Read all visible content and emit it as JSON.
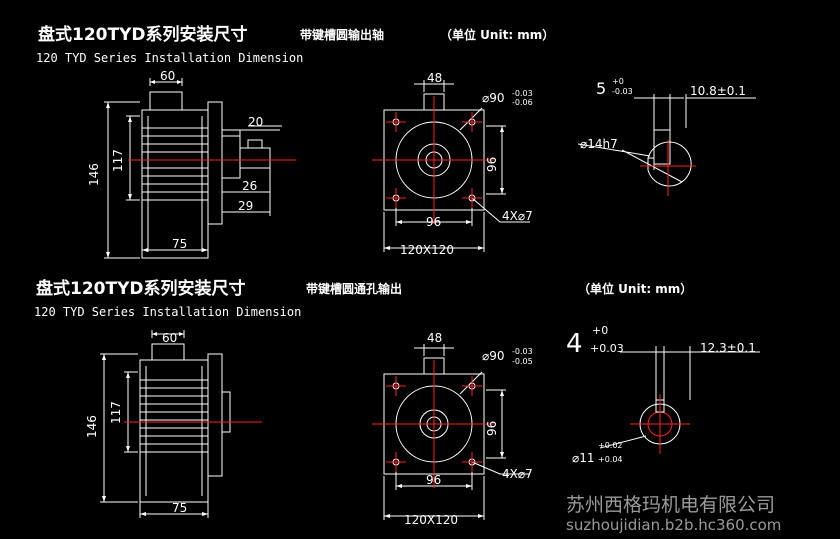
{
  "top": {
    "title_cn": "盘式120TYD系列安装尺寸",
    "subtitle_cn": "带键槽圆输出轴",
    "unit": "（单位 Unit: mm）",
    "title_en": "120 TYD Series Installation Dimension",
    "side": {
      "d60": "60",
      "d20": "20",
      "d146": "146",
      "d117": "117",
      "d26": "26",
      "d29": "29",
      "d75": "75"
    },
    "front": {
      "d48": "48",
      "d90": "⌀90",
      "tol_up": "-0.03",
      "tol_lo": "-0.06",
      "d96v": "96",
      "d96h": "96",
      "holes": "4X⌀7",
      "square": "120X120"
    },
    "shaft": {
      "key_w": "5",
      "key_up": "+0",
      "key_lo": "-0.03",
      "len": "10.8±0.1",
      "dia": "⌀14h7"
    }
  },
  "bottom": {
    "title_cn": "盘式120TYD系列安装尺寸",
    "subtitle_cn": "带键槽圆通孔输出",
    "unit": "（单位 Unit: mm）",
    "title_en": "120 TYD Series Installation Dimension",
    "side": {
      "d60": "60",
      "d146": "146",
      "d117": "117",
      "d75": "75"
    },
    "front": {
      "d48": "48",
      "d90": "⌀90",
      "tol_up": "-0.03",
      "tol_lo": "-0.05",
      "d96v": "96",
      "d96h": "96",
      "holes": "4X⌀7",
      "square": "120X120"
    },
    "bore": {
      "key_w": "4",
      "key_up": "+0",
      "key_lo": "+0.03",
      "len": "12.3±0.1",
      "dia": "⌀11",
      "dia_up": "+0.02",
      "dia_lo": "+0.04"
    }
  },
  "watermark": {
    "company": "苏州西格玛机电有限公司",
    "url": "suzhoujidian.b2b.hc360.com"
  },
  "colors": {
    "line": "#ffffff",
    "center": "#ff2020",
    "watermark": "#9a9a9a"
  }
}
